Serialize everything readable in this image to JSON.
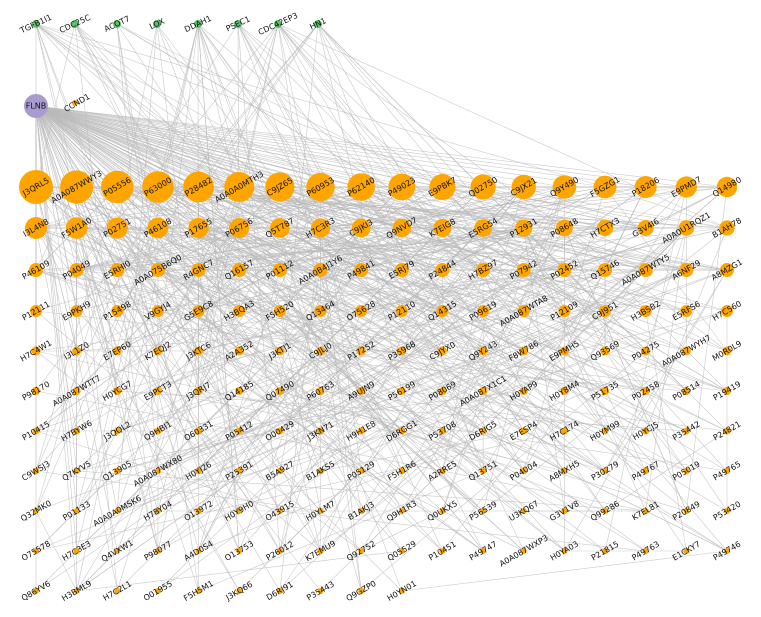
{
  "colors": {
    "background": "#ffffff",
    "edge": "#b9b9b9",
    "green_node": "#5cbf6a",
    "hub_node": "#a89bd0",
    "protein_node": "#ffa500",
    "label": "#111111"
  },
  "network": {
    "gene_row": [
      "TGFB1I1",
      "CDC25C",
      "ACOT7",
      "LOX",
      "DDAH1",
      "PSEC1",
      "CDC42EP3",
      "HN1"
    ],
    "hubs": [
      "FLNB",
      "CCND1"
    ],
    "protein_rows": [
      [
        "J3QRL5",
        "A0A087WWY3",
        "P05556",
        "P63000",
        "P28482",
        "A0A0A0MTH3",
        "C9JZ65",
        "P60953",
        "P62140",
        "P49023",
        "E9PBK7",
        "Q02750",
        "C9JX21",
        "Q9Y490",
        "F5GZG1",
        "P18206",
        "E9PMD7",
        "Q14980"
      ],
      [
        "I3L4N8",
        "F5W1A0",
        "P02751",
        "P46108",
        "P17655",
        "P06756",
        "Q5T787",
        "H7C3R3",
        "C9JKI3",
        "Q9NVD7",
        "K7EIG8",
        "E5RG54",
        "P12931",
        "P08648",
        "H7CTX3",
        "G3V4I6",
        "A0A0U1RQZ1",
        "B1AH78"
      ],
      [
        "P46109",
        "P04049",
        "E5RHI0",
        "A0A075B6Q0",
        "R4GNC7",
        "Q16157",
        "P01112",
        "A0A0B4J1Y6",
        "P49841",
        "E5RJ79",
        "P24844",
        "H7BZ97",
        "P07942",
        "P02452",
        "Q15746",
        "A0A087WTY5",
        "A6NF29",
        "A8MZG1"
      ],
      [
        "P12111",
        "E9PKH9",
        "P15498",
        "V9GYJ4",
        "G5E9C8",
        "H3BQA3",
        "F5H520",
        "Q13464",
        "O75628",
        "P12110",
        "Q14315",
        "P09619",
        "A0A087WTA8",
        "P12109",
        "C9J951",
        "H3BSB2",
        "E5RFS6",
        "H7C560"
      ],
      [
        "H7C4W1",
        "I3L1Z0",
        "E7EP60",
        "K7EQJ2",
        "J3KTC6",
        "A2A352",
        "J3KTJ1",
        "C9JLJ0",
        "P17252",
        "P35968",
        "C9JYX0",
        "Q9Y243",
        "F8W786",
        "E9PMH5",
        "Q93569",
        "P04275",
        "A0A087WYH7",
        "M0R0L9"
      ],
      [
        "P98170",
        "A0A087WTT7",
        "H0YCG7",
        "E9PCT3",
        "J3QRJ7",
        "Q14185",
        "Q07490",
        "P60763",
        "A9UJN9",
        "P56199",
        "P08069",
        "A0A087X1C1",
        "H0YAP9",
        "H0Y8M4",
        "P51735",
        "P02458",
        "P08514",
        "P19419"
      ],
      [
        "P10415",
        "H7BYW6",
        "J3QQL2",
        "Q9HBI1",
        "O60331",
        "P05412",
        "O00429",
        "J3KN71",
        "H9H1E8",
        "D6RGG1",
        "P53708",
        "D6RIG5",
        "E7ESP4",
        "H7C174",
        "H0YM99",
        "H0YCJ5",
        "P35442",
        "P24821"
      ],
      [
        "C9WSJ3",
        "Q7KYV5",
        "Q13905",
        "A0A087WX80",
        "H0YJ26",
        "P25391",
        "B5A927",
        "B1AKS5",
        "P05129",
        "F5H1R6",
        "A2RRE5",
        "Q13751",
        "P04004",
        "A8MXH5",
        "P30279",
        "P49767",
        "P05019",
        "P49765"
      ],
      [
        "Q32MK0",
        "P01133",
        "A0A0A0MSK6",
        "H7BY04",
        "O13972",
        "H0Y9H0",
        "O43915",
        "H0YLM7",
        "B1AKJ3",
        "Q9H1R3",
        "Q0UKX5",
        "P56539",
        "U3KQ67",
        "G3V1V8",
        "Q99286",
        "K7EL81",
        "P20849",
        "P53420"
      ],
      [
        "O75578",
        "H7C3E3",
        "Q4VXW1",
        "P98077",
        "A4D0S4",
        "O13753",
        "P26012",
        "K7EMU9",
        "Q92752",
        "Q05529",
        "P10451",
        "P49747",
        "A0A087WXP3",
        "H0YA03",
        "P21815",
        "P49763",
        "E1CKY7",
        "P49746"
      ],
      [
        "Q86YV6",
        "H3BML9",
        "H7C2L1",
        "O01955",
        "F5H5M1",
        "J3KQ66",
        "D6RJ91",
        "P35443",
        "Q9GZP0",
        "H0YN01"
      ]
    ]
  }
}
